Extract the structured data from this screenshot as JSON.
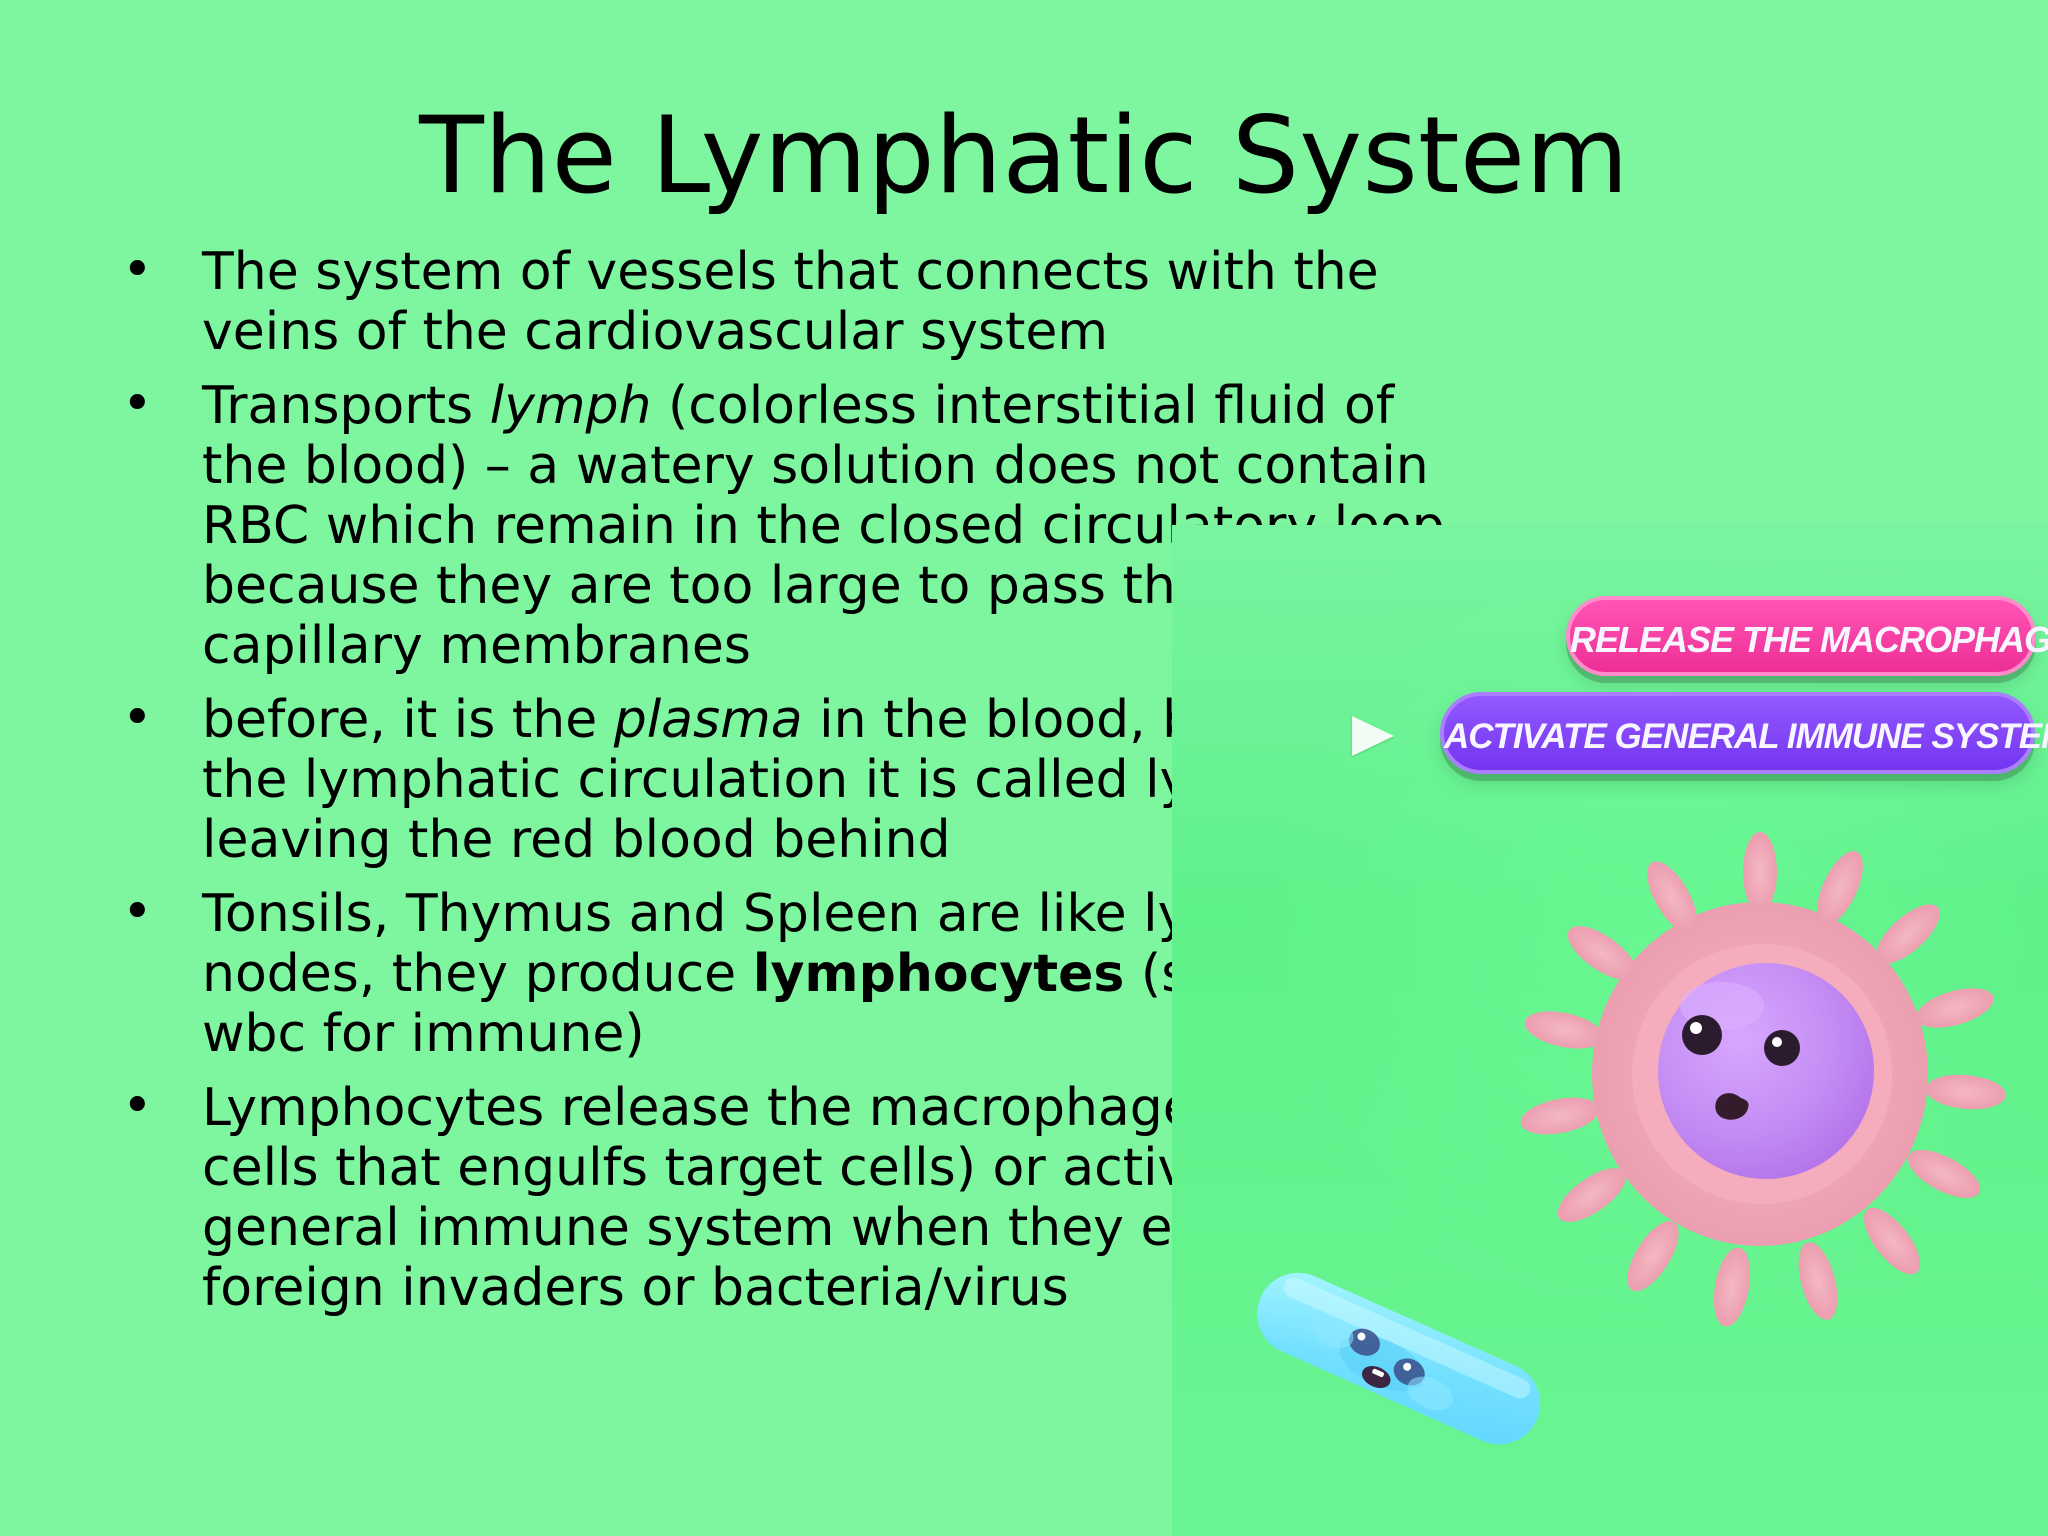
{
  "slide": {
    "title": "The Lymphatic System",
    "bullets": [
      {
        "lines": [
          [
            {
              "text": "The system of vessels that connects with the"
            }
          ],
          [
            {
              "text": "veins of the cardiovascular system"
            }
          ]
        ]
      },
      {
        "lines": [
          [
            {
              "text": "Transports "
            },
            {
              "text": "lymph",
              "style": "italic"
            },
            {
              "text": " (colorless interstitial fluid of"
            }
          ],
          [
            {
              "text": "the blood) – a watery solution does not contain"
            }
          ],
          [
            {
              "text": "RBC which remain in the closed circulatory loop"
            }
          ],
          [
            {
              "text": "because they are too large to pass through the"
            }
          ],
          [
            {
              "text": "capillary membranes"
            }
          ]
        ]
      },
      {
        "lines": [
          [
            {
              "text": "before, it is the "
            },
            {
              "text": "plasma",
              "style": "italic"
            },
            {
              "text": " in the blood, but if its in"
            }
          ],
          [
            {
              "text": "the lymphatic circulation it is called lymph,"
            }
          ],
          [
            {
              "text": "leaving the red blood behind"
            }
          ]
        ]
      },
      {
        "lines": [
          [
            {
              "text": "Tonsils, Thymus and Spleen are like lymph"
            }
          ],
          [
            {
              "text": "nodes, they produce "
            },
            {
              "text": "lymphocytes",
              "style": "bold"
            },
            {
              "text": " (similar to"
            }
          ],
          [
            {
              "text": "wbc for immune)"
            }
          ]
        ]
      },
      {
        "lines": [
          [
            {
              "text": "Lymphocytes release the macrophage (large"
            }
          ],
          [
            {
              "text": "cells that engulfs target cells) or activate"
            }
          ],
          [
            {
              "text": "general immune system when they encounter"
            }
          ],
          [
            {
              "text": "foreign invaders or bacteria/virus"
            }
          ]
        ]
      }
    ]
  },
  "illustration": {
    "release_label": "RELEASE THE MACROPHAGE!",
    "activate_label": "ACTIVATE GENERAL IMMUNE SYSTEM!",
    "play_icon": "play-icon",
    "colors": {
      "background": "#7ef59f",
      "panel": "#5ff18a",
      "release_pill": "#ee2f95",
      "activate_pill": "#7535f0",
      "cell_petal": "#f5a6bb",
      "cell_core": "#c58cf2",
      "bacteria": "#7fe7ff"
    }
  }
}
